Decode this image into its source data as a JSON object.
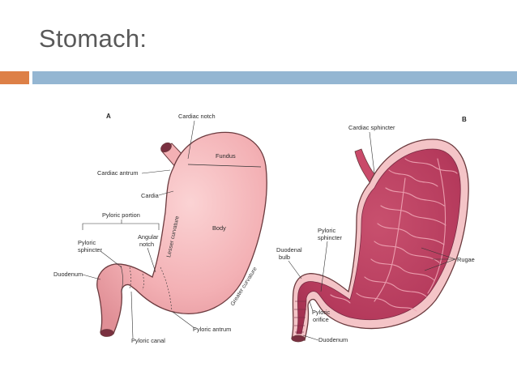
{
  "slide": {
    "title": "Stomach:"
  },
  "panel_a": {
    "letter": "A",
    "labels": {
      "cardiac_notch": "Cardiac notch",
      "fundus": "Fundus",
      "cardiac_antrum": "Cardiac antrum",
      "cardia": "Cardia",
      "pyloric_portion": "Pyloric portion",
      "body": "Body",
      "pyloric_sphincter_1": "Pyloric",
      "pyloric_sphincter_2": "sphincter",
      "angular_notch_1": "Angular",
      "angular_notch_2": "notch",
      "lesser_curvature": "Lesser curvature",
      "greater_curvature": "Greater curvature",
      "duodenum": "Duodenum",
      "pyloric_antrum": "Pyloric antrum",
      "pyloric_canal": "Pyloric canal"
    }
  },
  "panel_b": {
    "letter": "B",
    "labels": {
      "cardiac_sphincter": "Cardiac sphincter",
      "pyloric_sphincter_1": "Pyloric",
      "pyloric_sphincter_2": "sphincter",
      "duodenal_bulb_1": "Duodenal",
      "duodenal_bulb_2": "bulb",
      "rugae": "Rugae",
      "pyloric_orifice_1": "Pyloric",
      "pyloric_orifice_2": "orifice",
      "duodenum": "Duodenum"
    }
  },
  "colors": {
    "stomach_outer": "#f3b5b8",
    "stomach_outline": "#6b3a3e",
    "stomach_inner": "#c94a6a",
    "accent_orange": "#dd8047",
    "accent_blue": "#94b6d2"
  }
}
